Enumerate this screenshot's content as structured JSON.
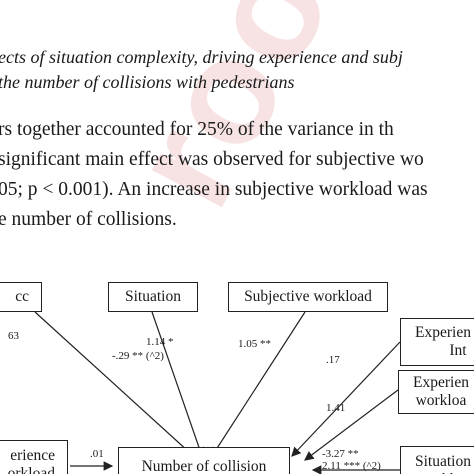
{
  "caption": {
    "line1": "ects of situation complexity, driving experience and subj",
    "line2": "the number of collisions with pedestrians"
  },
  "body": {
    "line1": "rs together accounted for 25% of the variance in th",
    "line2": "significant main effect was observed for subjective wo",
    "line3": "05; p < 0.001). An increase in subjective workload was",
    "line4": "e number of collisions."
  },
  "watermark": "roof",
  "diagram": {
    "boxes": {
      "top_left": "cc",
      "situation": "Situation",
      "subjective_workload": "Subjective workload",
      "right_top_line1": "Experien",
      "right_top_line2": "Int",
      "right_mid_line1": "Experien",
      "right_mid_line2": "workloa",
      "right_bottom_line1": "Situation",
      "right_bottom_line2": "workloa",
      "left_bottom_line1": "erience",
      "left_bottom_line2": "orkload",
      "center": "Number of collision"
    },
    "coefficients": {
      "top_left": "63",
      "situation_line1": "1.14 *",
      "situation_line2": "-.29 ** (^2)",
      "subjective_workload": "1.05 **",
      "right_top": ".17",
      "right_mid": "1.41",
      "left_bottom": ".01",
      "right_bottom_line1": "-3.27  **",
      "right_bottom_line2": "2.11 *** (^2)"
    }
  }
}
